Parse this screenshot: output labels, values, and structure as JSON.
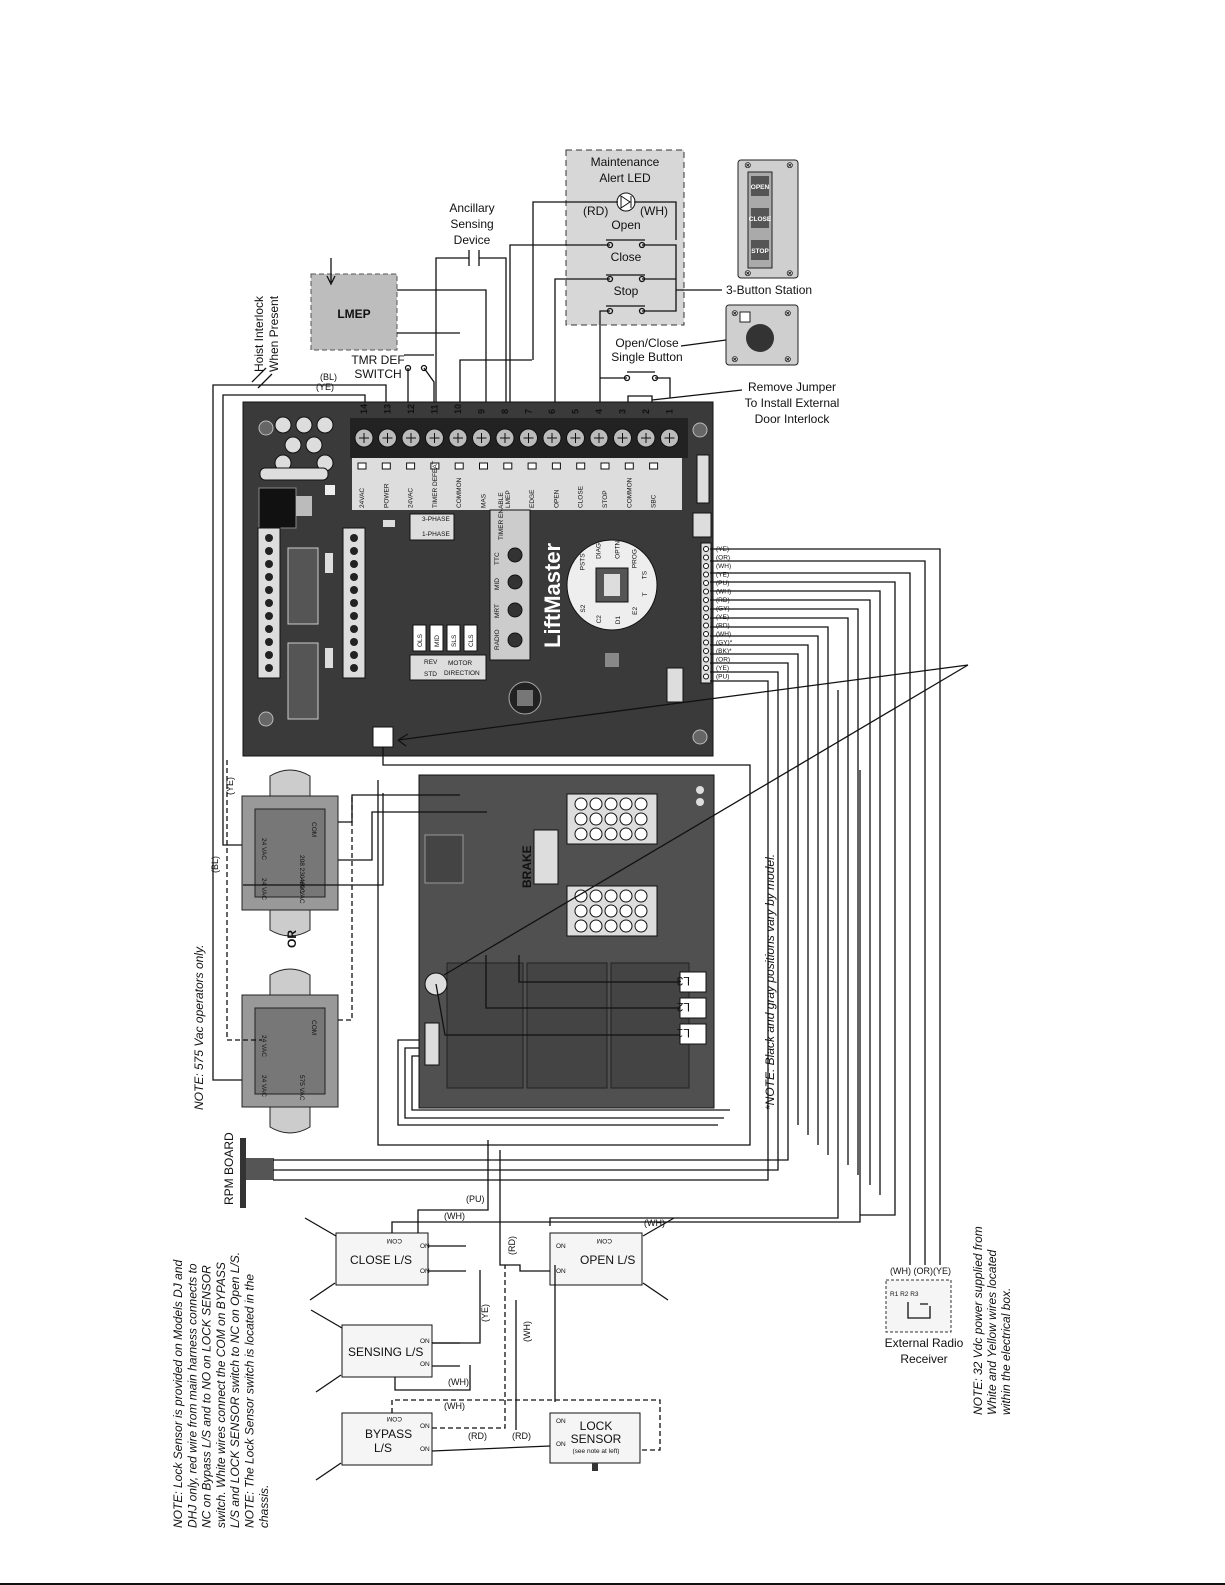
{
  "labels": {
    "maintenance_led": [
      "Maintenance",
      "Alert LED"
    ],
    "rd": "(RD)",
    "wh": "(WH)",
    "open": "Open",
    "close": "Close",
    "stop": "Stop",
    "ancillary": [
      "Ancillary",
      "Sensing",
      "Device"
    ],
    "three_button": "3-Button Station",
    "station_open": "OPEN",
    "station_close": "CLOSE",
    "station_stop": "STOP",
    "lmep": "LMEP",
    "open_close_single": [
      "Open/Close",
      "Single Button"
    ],
    "tmr_def": [
      "TMR DEF",
      "SWITCH"
    ],
    "remove_jumper": [
      "Remove Jumper",
      "To Install External",
      "Door Interlock"
    ],
    "hoist_interlock": [
      "Hoist Interlock",
      "When Present"
    ],
    "bl": "(BL)",
    "ye": "(YE)",
    "terminals": [
      "14",
      "13",
      "12",
      "11",
      "10",
      "9",
      "8",
      "7",
      "6",
      "5",
      "4",
      "3",
      "2",
      "1"
    ],
    "terminal_labels": [
      "24VAC",
      "POWER",
      "24VAC",
      "TIMER DEFEAT",
      "COMMON",
      "MAS",
      "LMEP",
      "EDGE",
      "OPEN",
      "CLOSE",
      "STOP",
      "COMMON",
      "SBC"
    ],
    "phase3": "3-PHASE",
    "phase1": "1-PHASE",
    "timer_enable": "TIMER ENABLE",
    "ttc": "TTC",
    "mid": "MID",
    "mrt": "MRT",
    "radio": "RADIO",
    "brand": "LiftMaster",
    "dial": [
      "PSTS",
      "DIAG",
      "OPTN",
      "PROG",
      "TS",
      "T",
      "E2",
      "D1",
      "C2",
      "S2"
    ],
    "dip": [
      "OLS",
      "MID",
      "SLS",
      "CLS"
    ],
    "rev": "REV",
    "std": "STD",
    "motor_direction": [
      "MOTOR",
      "DIRECTION"
    ],
    "harness": [
      "(YE)",
      "(OR)",
      "(WH)",
      "(YE)",
      "(PU)",
      "(WH)",
      "(RD)",
      "(GY)",
      "(YE)",
      "(RD)",
      "(WH)",
      "(GY)*",
      "(BK)*",
      "(OR)",
      "(YE)",
      "(PU)"
    ],
    "brake": "BRAKE",
    "l3": "L3",
    "l2": "L2",
    "l1": "L1",
    "or_text": "OR",
    "t1": [
      "COM",
      "24 VAC",
      "208 230 VAC",
      "24 VAC",
      "460 VAC"
    ],
    "t2": [
      "COM",
      "24 VAC",
      "24 VAC",
      "575 VAC"
    ],
    "note_575": "NOTE: 575 Vac operators only.",
    "note_black_gray": "*NOTE: Black and gray positions vary by model.",
    "rpm_board": "RPM BOARD",
    "pu": "(PU)",
    "close_ls": "CLOSE L/S",
    "open_ls": "OPEN L/S",
    "sensing_ls": "SENSING L/S",
    "bypass_ls": [
      "BYPASS",
      "L/S"
    ],
    "lock_sensor": [
      "LOCK",
      "SENSOR",
      "(see note at left)"
    ],
    "com": "COM",
    "on": "ON",
    "ext_radio_wires": "(WH) (OR)(YE)",
    "ext_radio_terms": "R1 R2 R3",
    "ext_radio": [
      "External Radio",
      "Receiver"
    ],
    "note_lock": [
      "NOTE: Lock Sensor is provided on Models DJ and",
      "DHJ only, red wire from main harness connects to",
      "NC on Bypass L/S and to NO on LOCK SENSOR",
      "switch. White wires connect the COM on BYPASS",
      "L/S and LOCK SENSOR switch to NC on Open L/S.",
      "NOTE: The Lock Sensor switch is located in the",
      "chassis."
    ],
    "note_32v": [
      "NOTE: 32 Vdc power supplied from",
      "White and Yellow wires located",
      "within the electrical box."
    ]
  }
}
